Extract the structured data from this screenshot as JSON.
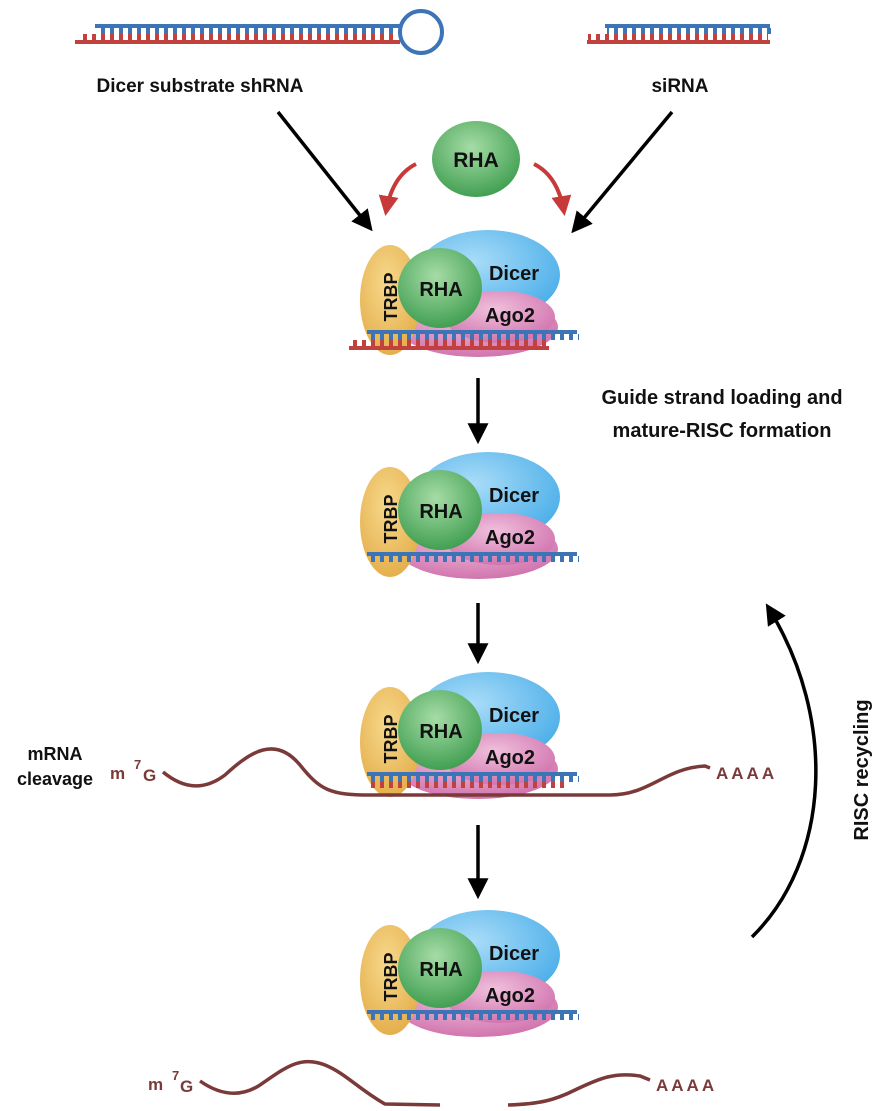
{
  "colors": {
    "guide_strand": "#3d74b6",
    "passenger_strand": "#c0413e",
    "mrna": "#7b3a3a",
    "arrow": "#000000",
    "rha_arrow": "#c83a3a",
    "dicer": "#5cb8ee",
    "ago2": "#d57fb6",
    "trbp": "#e8b85a",
    "rha": "#4cab5b"
  },
  "labels": {
    "shrna": "Dicer substrate shRNA",
    "sirna": "siRNA",
    "rha_free": "RHA",
    "guide_loading_line1": "Guide strand loading and",
    "guide_loading_line2": "mature-RISC formation",
    "mrna_cleavage_line1": "mRNA",
    "mrna_cleavage_line2": "cleavage",
    "risc_recycling": "RISC recycling",
    "cap_m": "m",
    "cap_sup": "7",
    "cap_g": "G",
    "polya": "AAAA"
  },
  "complexes": [
    {
      "stage": "loading",
      "trbp": "TRBP",
      "rha": "RHA",
      "dicer": "Dicer",
      "ago2": "Ago2",
      "duplex": true
    },
    {
      "stage": "mature-RISC",
      "trbp": "TRBP",
      "rha": "RHA",
      "dicer": "Dicer",
      "ago2": "Ago2",
      "duplex": false
    },
    {
      "stage": "mRNA-bound",
      "trbp": "TRBP",
      "rha": "RHA",
      "dicer": "Dicer",
      "ago2": "Ago2",
      "duplex": false
    },
    {
      "stage": "post-cleavage",
      "trbp": "TRBP",
      "rha": "RHA",
      "dicer": "Dicer",
      "ago2": "Ago2",
      "duplex": false
    }
  ]
}
